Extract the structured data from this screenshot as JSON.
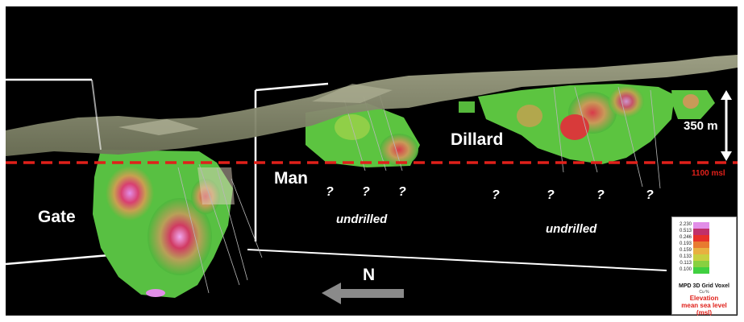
{
  "labels": {
    "gate": "Gate",
    "man": "Man",
    "dillard": "Dillard",
    "undrilled_man": "undrilled",
    "undrilled_dillard": "undrilled",
    "question_mark": "?",
    "height_dimension": "350 m",
    "elevation_line": "1100 msl",
    "north": "N"
  },
  "legend": {
    "values": [
      "2.230",
      "0.513",
      "0.246",
      "0.193",
      "0.159",
      "0.133",
      "0.113",
      "0.100"
    ],
    "title": "MPD 3D Grid Voxel",
    "subtitle": "Cu %",
    "elevation_title": "Elevation",
    "elevation_line1": "mean sea level",
    "elevation_line2": "(msl)"
  },
  "colors": {
    "background": "#000000",
    "terrain": "#8f9276",
    "reference_line": "#e0201a",
    "arrow": "#8a8a8a",
    "ramp": [
      "#e28ee8",
      "#c0306a",
      "#e8302a",
      "#e87a30",
      "#e8b040",
      "#c8d040",
      "#88d040",
      "#40d040"
    ]
  }
}
